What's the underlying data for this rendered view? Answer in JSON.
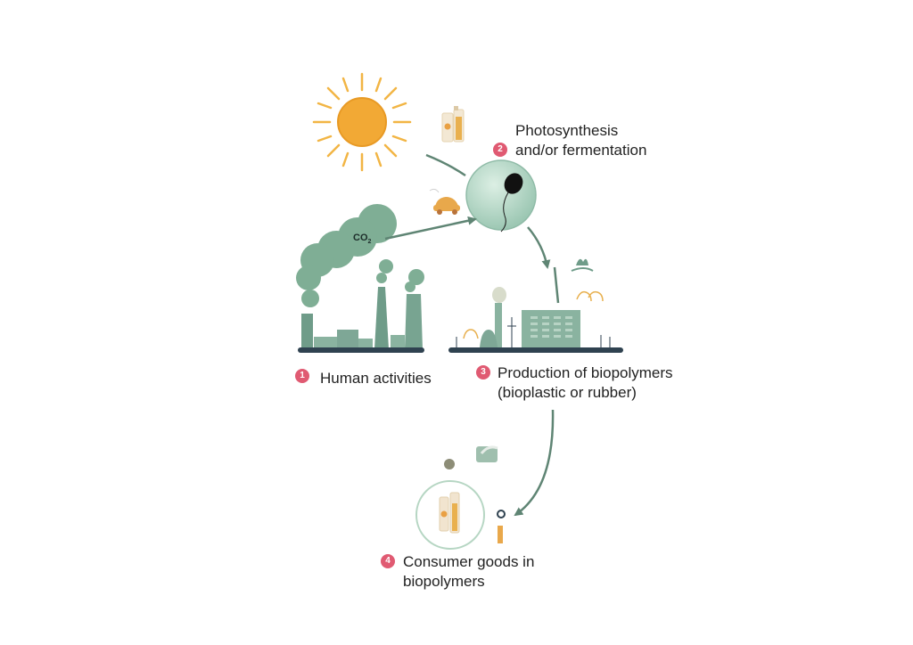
{
  "steps": [
    {
      "number": "1",
      "line1": "Human activities",
      "line2": ""
    },
    {
      "number": "2",
      "line1": "Photosynthesis",
      "line2": "and/or fermentation"
    },
    {
      "number": "3",
      "line1": "Production of biopolymers",
      "line2": "(bioplastic or rubber)"
    },
    {
      "number": "4",
      "line1": "Consumer goods in",
      "line2": "biopolymers"
    }
  ],
  "co2_label": "CO",
  "co2_subscript": "2",
  "colors": {
    "badge": "#e05a72",
    "teal": "#5f8f7d",
    "arrow": "#5f8574",
    "sun": "#f2a935",
    "ground": "#2f4250"
  }
}
